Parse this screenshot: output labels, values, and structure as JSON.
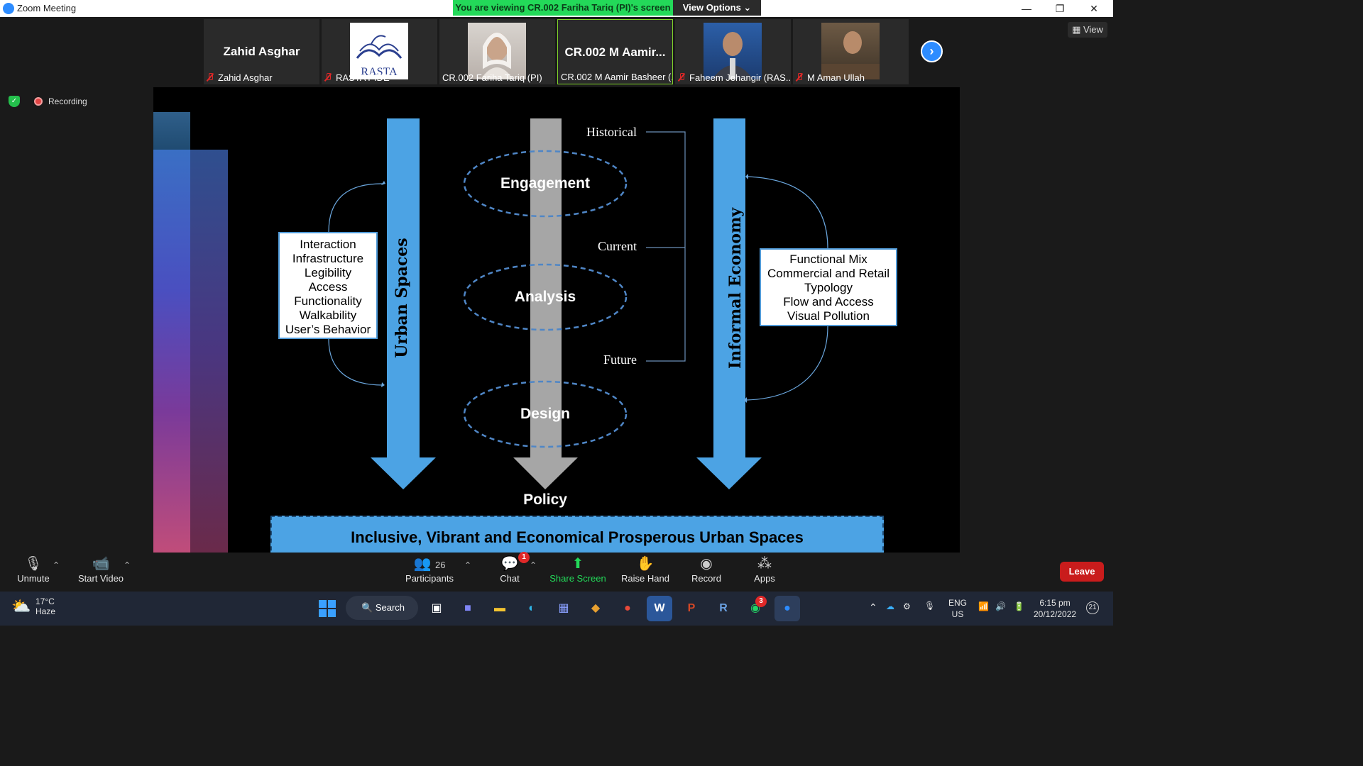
{
  "window": {
    "title": "Zoom Meeting",
    "min": "—",
    "max": "❐",
    "close": "✕"
  },
  "banner": {
    "viewing": "You are viewing CR.002 Fariha Tariq (PI)'s screen",
    "view_options": "View Options ⌄"
  },
  "gallery": {
    "tiles": [
      {
        "display": "Zahid Asghar",
        "name": "Zahid Asghar"
      },
      {
        "display": "",
        "name": "RASTA PIDE",
        "logo_text": "RASTA"
      },
      {
        "display": "",
        "name": "CR.002 Fariha Tariq (PI)"
      },
      {
        "display": "CR.002  M  Aamir...",
        "name": "CR.002 M Aamir Basheer (..."
      },
      {
        "display": "",
        "name": "Faheem Jehangir (RAS..."
      },
      {
        "display": "",
        "name": "M Aman Ullah"
      }
    ],
    "view_label": "View",
    "next_icon": "›"
  },
  "recording": {
    "label": "Recording"
  },
  "slide": {
    "left_box": [
      "Interaction",
      "Infrastructure",
      "Legibility",
      "Access",
      "Functionality",
      "Walkability",
      "User’s Behavior"
    ],
    "left_arrow_label": "Urban Spaces",
    "right_arrow_label": "Informal Economy",
    "right_box": [
      "Functional Mix",
      "Commercial and Retail",
      "Typology",
      "Flow and Access",
      "Visual Pollution"
    ],
    "ovals": [
      "Engagement",
      "Analysis",
      "Design"
    ],
    "timeline": [
      "Historical",
      "Current",
      "Future"
    ],
    "policy": "Policy",
    "banner": "Inclusive, Vibrant and Economical Prosperous Urban Spaces",
    "colors": {
      "arrow": "#4ca3e4",
      "center_arrow": "#a6a6a6",
      "oval": "#4f86c6"
    }
  },
  "toolbar": {
    "unmute": "Unmute",
    "start_video": "Start Video",
    "participants": "Participants",
    "participants_count": "26",
    "chat": "Chat",
    "chat_badge": "1",
    "share_screen": "Share Screen",
    "raise_hand": "Raise Hand",
    "record": "Record",
    "apps": "Apps",
    "leave": "Leave"
  },
  "taskbar": {
    "weather_temp": "17°C",
    "weather_desc": "Haze",
    "search": "Search",
    "whatsapp_badge": "3",
    "lang1": "ENG",
    "lang2": "US",
    "time": "6:15 pm",
    "date": "20/12/2022",
    "notif_count": "21"
  }
}
